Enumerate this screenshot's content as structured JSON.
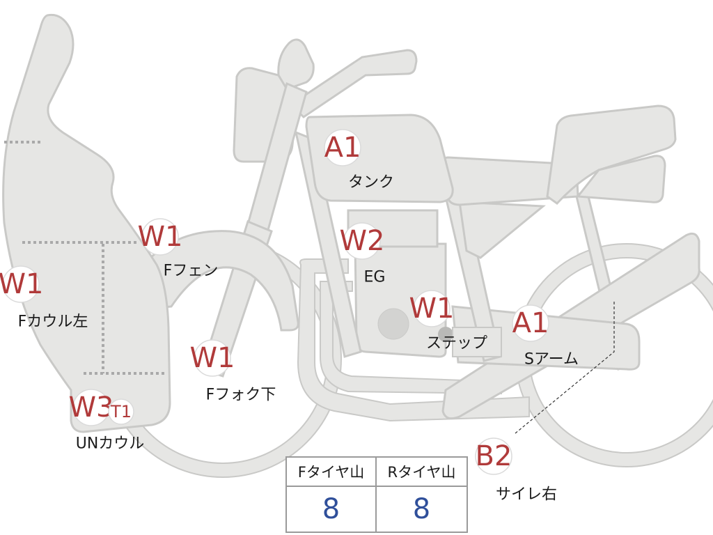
{
  "labels": {
    "fcowl_left": {
      "code": "W1",
      "part": "Fカウル左"
    },
    "ffender": {
      "code": "W1",
      "part": "Fフェン"
    },
    "ffork_lower": {
      "code": "W1",
      "part": "Fフォク下"
    },
    "uncowl": {
      "code": "W3",
      "code2": "T1",
      "part": "UNカウル"
    },
    "tank": {
      "code": "A1",
      "part": "タンク"
    },
    "engine": {
      "code": "W2",
      "part": "EG"
    },
    "step": {
      "code": "W1",
      "part": "ステップ"
    },
    "swingarm": {
      "code": "A1",
      "part": "Sアーム"
    },
    "muffler_right": {
      "code": "B2",
      "part": "サイレ右"
    }
  },
  "tread_table": {
    "front_header": "Fタイヤ山",
    "rear_header": "Rタイヤ山",
    "front_value": "8",
    "rear_value": "8"
  },
  "colors": {
    "body_fill": "#e6e6e4",
    "outline": "#c9c9c7",
    "code_text": "#b03a3a",
    "value_text": "#2f4f9a"
  }
}
